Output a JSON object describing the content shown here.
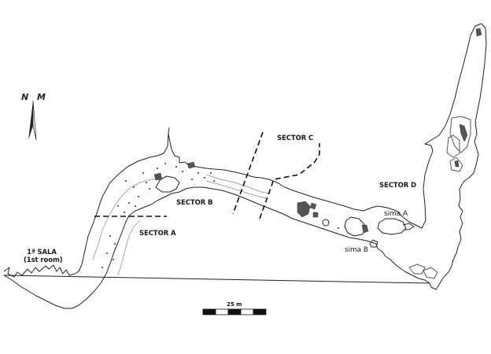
{
  "map": {
    "type": "cave survey plan",
    "colors": {
      "outline": "#222222",
      "fill": "#ffffff",
      "rock": "#555555",
      "inner": "#888888"
    }
  },
  "north_arrow": {
    "left_label": "N",
    "right_label": "M"
  },
  "labels": {
    "first_room_line1": "1ª SALA",
    "first_room_line2": "(1st room)",
    "sector_a": "SECTOR A",
    "sector_b": "SECTOR B",
    "sector_c": "SECTOR C",
    "sector_d": "SECTOR D",
    "sima_a": "sima A",
    "sima_b": "sima B"
  },
  "scale_bar": {
    "label": "25 m",
    "segments": 5
  }
}
